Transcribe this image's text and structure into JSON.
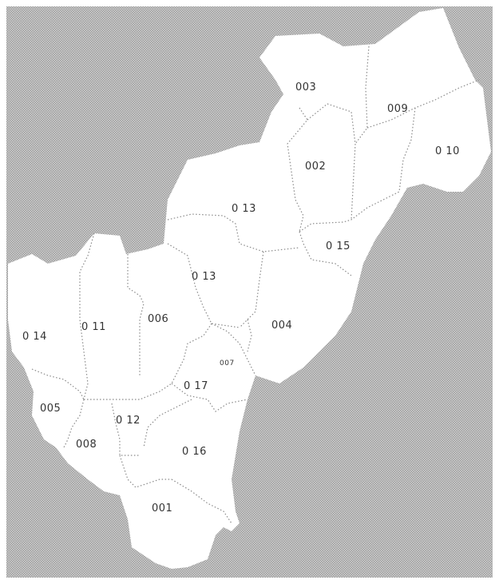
{
  "map": {
    "colors": {
      "background": "#b8b8b8",
      "land": "#ffffff",
      "border": "#8a8a8a",
      "label": "#333333"
    },
    "regions": [
      {
        "id": "003",
        "label": "003"
      },
      {
        "id": "009",
        "label": "009"
      },
      {
        "id": "010",
        "label": "0 10"
      },
      {
        "id": "002",
        "label": "002"
      },
      {
        "id": "013a",
        "label": "0 13"
      },
      {
        "id": "015",
        "label": "0 15"
      },
      {
        "id": "013b",
        "label": "0 13"
      },
      {
        "id": "014",
        "label": "0 14"
      },
      {
        "id": "011",
        "label": "0 11"
      },
      {
        "id": "006",
        "label": "006"
      },
      {
        "id": "004",
        "label": "004"
      },
      {
        "id": "007",
        "label": "007"
      },
      {
        "id": "017",
        "label": "0 17"
      },
      {
        "id": "005",
        "label": "005"
      },
      {
        "id": "012",
        "label": "0 12"
      },
      {
        "id": "008",
        "label": "008"
      },
      {
        "id": "016",
        "label": "0 16"
      },
      {
        "id": "001",
        "label": "001"
      }
    ]
  }
}
